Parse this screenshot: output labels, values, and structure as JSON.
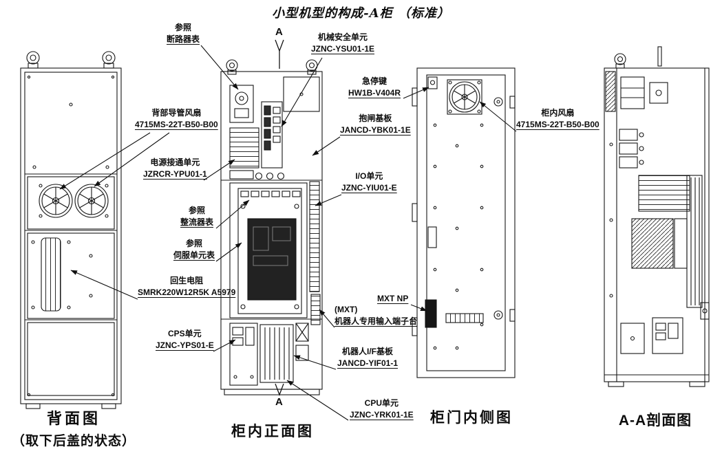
{
  "title": "小型机型的构成-A柜 （标准）",
  "section_marker": "A",
  "captions": {
    "back_view": "背面图",
    "back_view_sub": "（取下后盖的状态）",
    "front_view": "柜内正面图",
    "door_view": "柜门内侧图",
    "section_view": "A-A剖面图"
  },
  "labels": {
    "ref_breaker": {
      "line1": "参照",
      "line2": "断路器表"
    },
    "machine_safety": {
      "line1": "机械安全单元",
      "line2": "JZNC-YSU01-1E"
    },
    "estop": {
      "line1": "急停键",
      "line2": "HW1B-V404R"
    },
    "brake_board": {
      "line1": "抱闸基板",
      "line2": "JANCD-YBK01-1E"
    },
    "cabinet_fan": {
      "line1": "柜内风扇",
      "line2": "4715MS-22T-B50-B00"
    },
    "back_duct_fan": {
      "line1": "背部导管风扇",
      "line2": "4715MS-22T-B50-B00"
    },
    "power_on_unit": {
      "line1": "电源接通单元",
      "line2": "JZRCR-YPU01-1"
    },
    "ref_rectifier": {
      "line1": "参照",
      "line2": "整流器表"
    },
    "ref_servo": {
      "line1": "参照",
      "line2": "伺服单元表"
    },
    "regen_resistor": {
      "line1": "回生电阻",
      "line2": "SMRK220W12R5K A5979"
    },
    "cps_unit": {
      "line1": "CPS单元",
      "line2": "JZNC-YPS01-E"
    },
    "io_unit": {
      "line1": "I/O单元",
      "line2": "JZNC-YIU01-E"
    },
    "mxt_np": {
      "line1": "",
      "line2": "MXT NP"
    },
    "mxt_terminal": {
      "line1": "(MXT)",
      "line2": "机器人专用输入端子台"
    },
    "robot_if_board": {
      "line1": "机器人I/F基板",
      "line2": "JANCD-YIF01-1"
    },
    "cpu_unit": {
      "line1": "CPU单元",
      "line2": "JZNC-YRK01-1E"
    }
  },
  "line_color": "#141414"
}
